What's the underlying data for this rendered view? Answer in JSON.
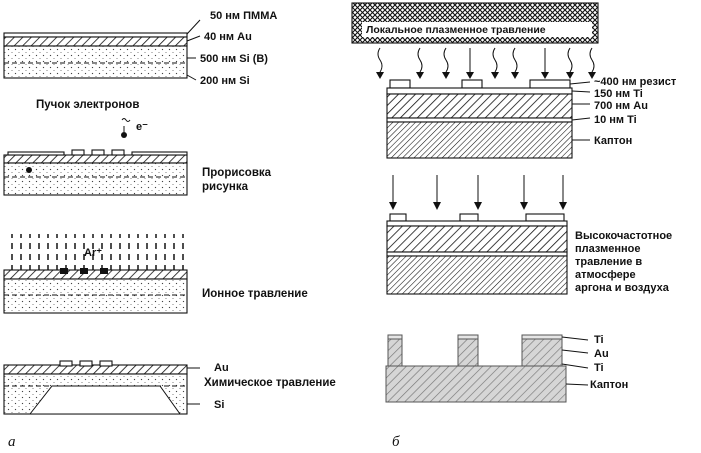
{
  "panel_a": {
    "letter": "а",
    "stack_labels": [
      "50 нм ПММА",
      "40 нм Au",
      "500 нм Si (B)",
      "200 нм Si"
    ],
    "electron_beam_label": "Пучок электронов",
    "electron_symbol": "e⁻",
    "step_drawing": [
      "Прорисовка",
      "рисунка"
    ],
    "ion_label": "Ar⁺",
    "step_ion_etch": "Ионное травление",
    "gold_label": "Au",
    "step_chem_etch": "Химическое травление",
    "si_label": "Si"
  },
  "panel_b": {
    "letter": "б",
    "banner": "Локальное плазменное травление",
    "stack_labels": [
      "~400 нм резист",
      "150 нм Ti",
      "700 нм Au",
      "10 нм Ti",
      "Каптон"
    ],
    "step_rf_etch": [
      "Высокочастотное",
      "плазменное",
      "травление в",
      "атмосфере",
      "аргона и воздуха"
    ],
    "final_labels": [
      "Ti",
      "Au",
      "Ti",
      "Каптон"
    ]
  },
  "colors": {
    "ink": "#111111",
    "paper": "#ffffff"
  }
}
